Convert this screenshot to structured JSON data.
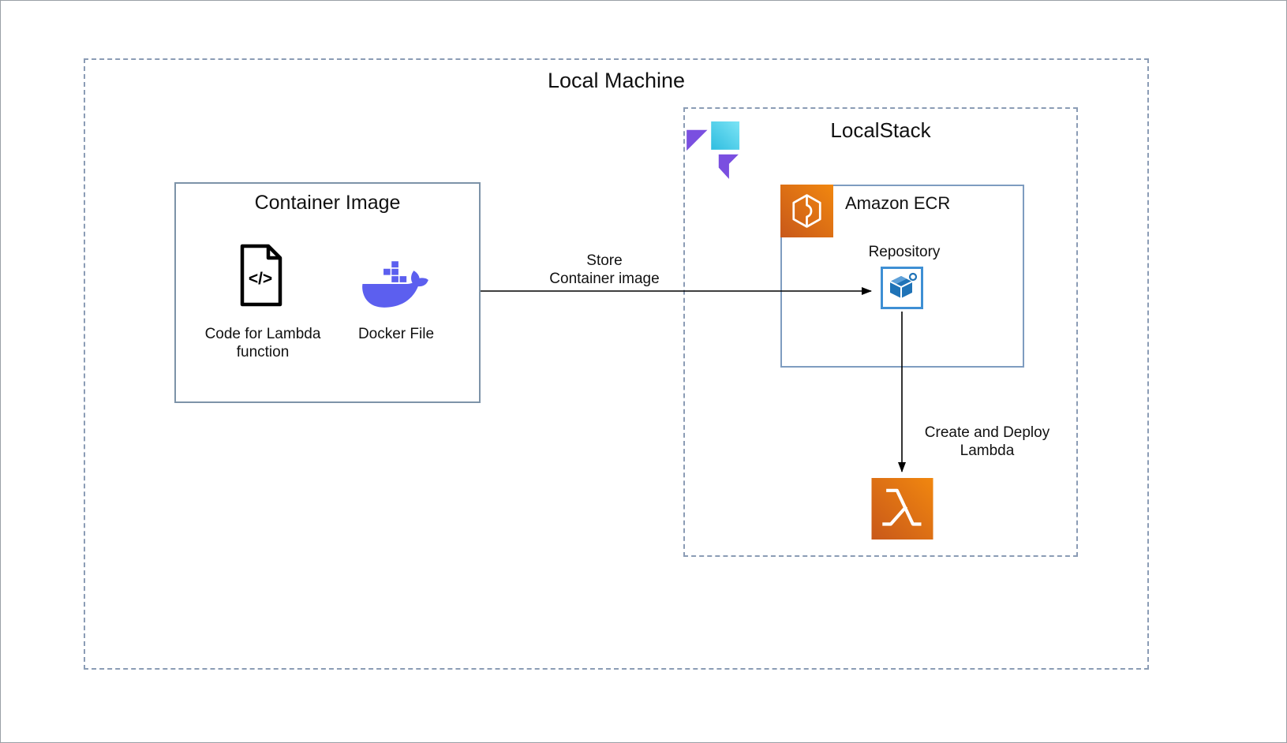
{
  "local_machine": {
    "title": "Local Machine"
  },
  "container_image": {
    "title": "Container Image",
    "code_glyph": "</>",
    "code_label": "Code for Lambda\nfunction",
    "docker_label": "Docker File"
  },
  "store_arrow_label": "Store\nContainer image",
  "localstack": {
    "title": "LocalStack",
    "ecr": {
      "title": "Amazon ECR",
      "repository_label": "Repository"
    },
    "deploy_arrow_label": "Create and Deploy\nLambda"
  },
  "icons": {
    "code_file": "code-file-icon",
    "docker": "docker-icon",
    "localstack_logo": "localstack-logo-icon",
    "ecr_service": "ecr-service-icon",
    "ecr_repository": "ecr-repository-icon",
    "lambda": "lambda-icon"
  },
  "colors": {
    "dashed_border": "#8b9cb5",
    "solid_border": "#7d93a8",
    "ecr_box_border": "#7e9cc0",
    "docker_purple": "#5c5fef",
    "aws_orange_dark": "#c8581a",
    "aws_orange_light": "#f1870f",
    "repo_blue": "#1f73b7",
    "repo_blue_light": "#5ea0d8",
    "repo_border_blue": "#3e8fd4",
    "localstack_cyan_dark": "#2fbde0",
    "localstack_cyan_light": "#7ce4f5",
    "localstack_purple": "#7a4fe0",
    "arrow_black": "#000000"
  }
}
